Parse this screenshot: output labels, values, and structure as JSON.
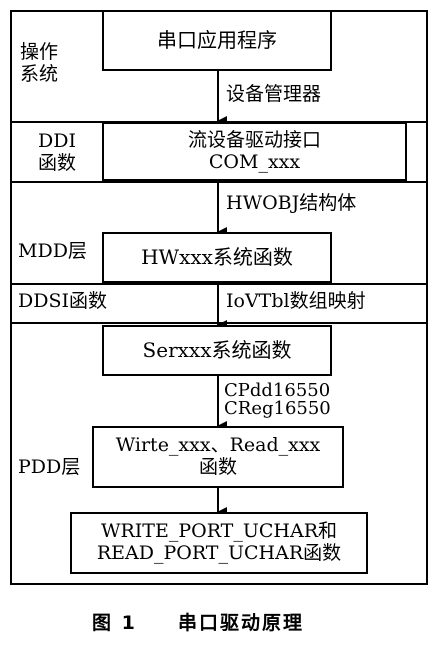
{
  "sections": {
    "os_label_line1": "操作",
    "os_label_line2": "系统",
    "ddi_label_line1": "DDI",
    "ddi_label_line2": "函数",
    "mdd_label": "MDD层",
    "ddsi_label": "DDSI函数",
    "pdd_label": "PDD层"
  },
  "boxes": {
    "serial_app": "串口应用程序",
    "stream_driver_line1": "流设备驱动接口",
    "stream_driver_line2": "COM_xxx",
    "hw_system": "HWxxx系统函数",
    "ser_system": "Serxxx系统函数",
    "write_read_line1": "Wirte_xxx、Read_xxx",
    "write_read_line2": "函数",
    "port_line1": "WRITE_PORT_UCHAR和",
    "port_line2": "READ_PORT_UCHAR函数"
  },
  "arrows": {
    "device_manager": "设备管理器",
    "hwobj": "HWOBJ结构体",
    "iovtbl": "IoVTbl数组映射",
    "cpdd": "CPdd16550",
    "creg": "CReg16550"
  },
  "caption": {
    "figure_num": "图 1",
    "title": "串口驱动原理"
  }
}
